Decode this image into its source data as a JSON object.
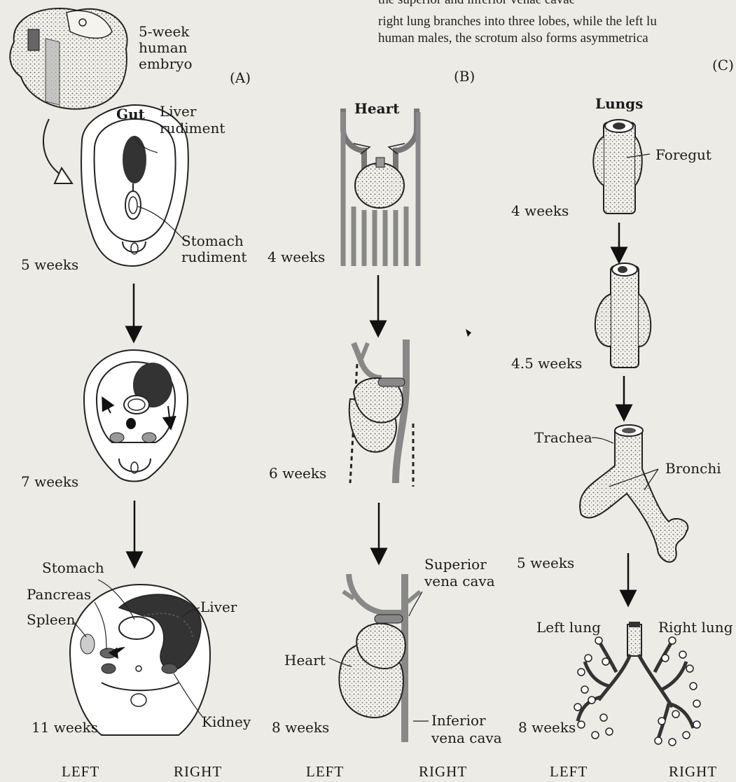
{
  "top_text": {
    "line1": "the superior and inferior venae cavae",
    "line2": "right lung branches into three lobes, while the left lu",
    "line3": "human males, the scrotum also forms asymmetrica"
  },
  "panels": {
    "a": {
      "letter": "(A)",
      "embryo_label": [
        "5-week",
        "human",
        "embryo"
      ],
      "title": "Gut",
      "liver_rudiment": [
        "Liver",
        "rudiment"
      ],
      "stomach_rudiment": [
        "Stomach",
        "rudiment"
      ],
      "stages": [
        "5 weeks",
        "7 weeks",
        "11 weeks"
      ],
      "stage11_labels": {
        "stomach": "Stomach",
        "pancreas": "Pancreas",
        "spleen": "Spleen",
        "liver": "Liver",
        "kidney": "Kidney"
      }
    },
    "b": {
      "letter": "(B)",
      "title": "Heart",
      "stages": [
        "4 weeks",
        "6 weeks",
        "8 weeks"
      ],
      "superior_vena_cava": [
        "Superior",
        "vena cava"
      ],
      "heart_label": "Heart",
      "inferior_vena_cava": [
        "Inferior",
        "vena cava"
      ]
    },
    "c": {
      "letter": "(C)",
      "title": "Lungs",
      "foregut": "Foregut",
      "stages": [
        "4 weeks",
        "4.5 weeks",
        "5 weeks",
        "8 weeks"
      ],
      "trachea": "Trachea",
      "bronchi": "Bronchi",
      "left_lung": "Left lung",
      "right_lung": "Right lung"
    }
  },
  "footer": {
    "left1": "LEFT",
    "right1": "RIGHT",
    "left2": "LEFT",
    "right2": "RIGHT",
    "left3": "LEFT",
    "right3": "RIGHT"
  }
}
